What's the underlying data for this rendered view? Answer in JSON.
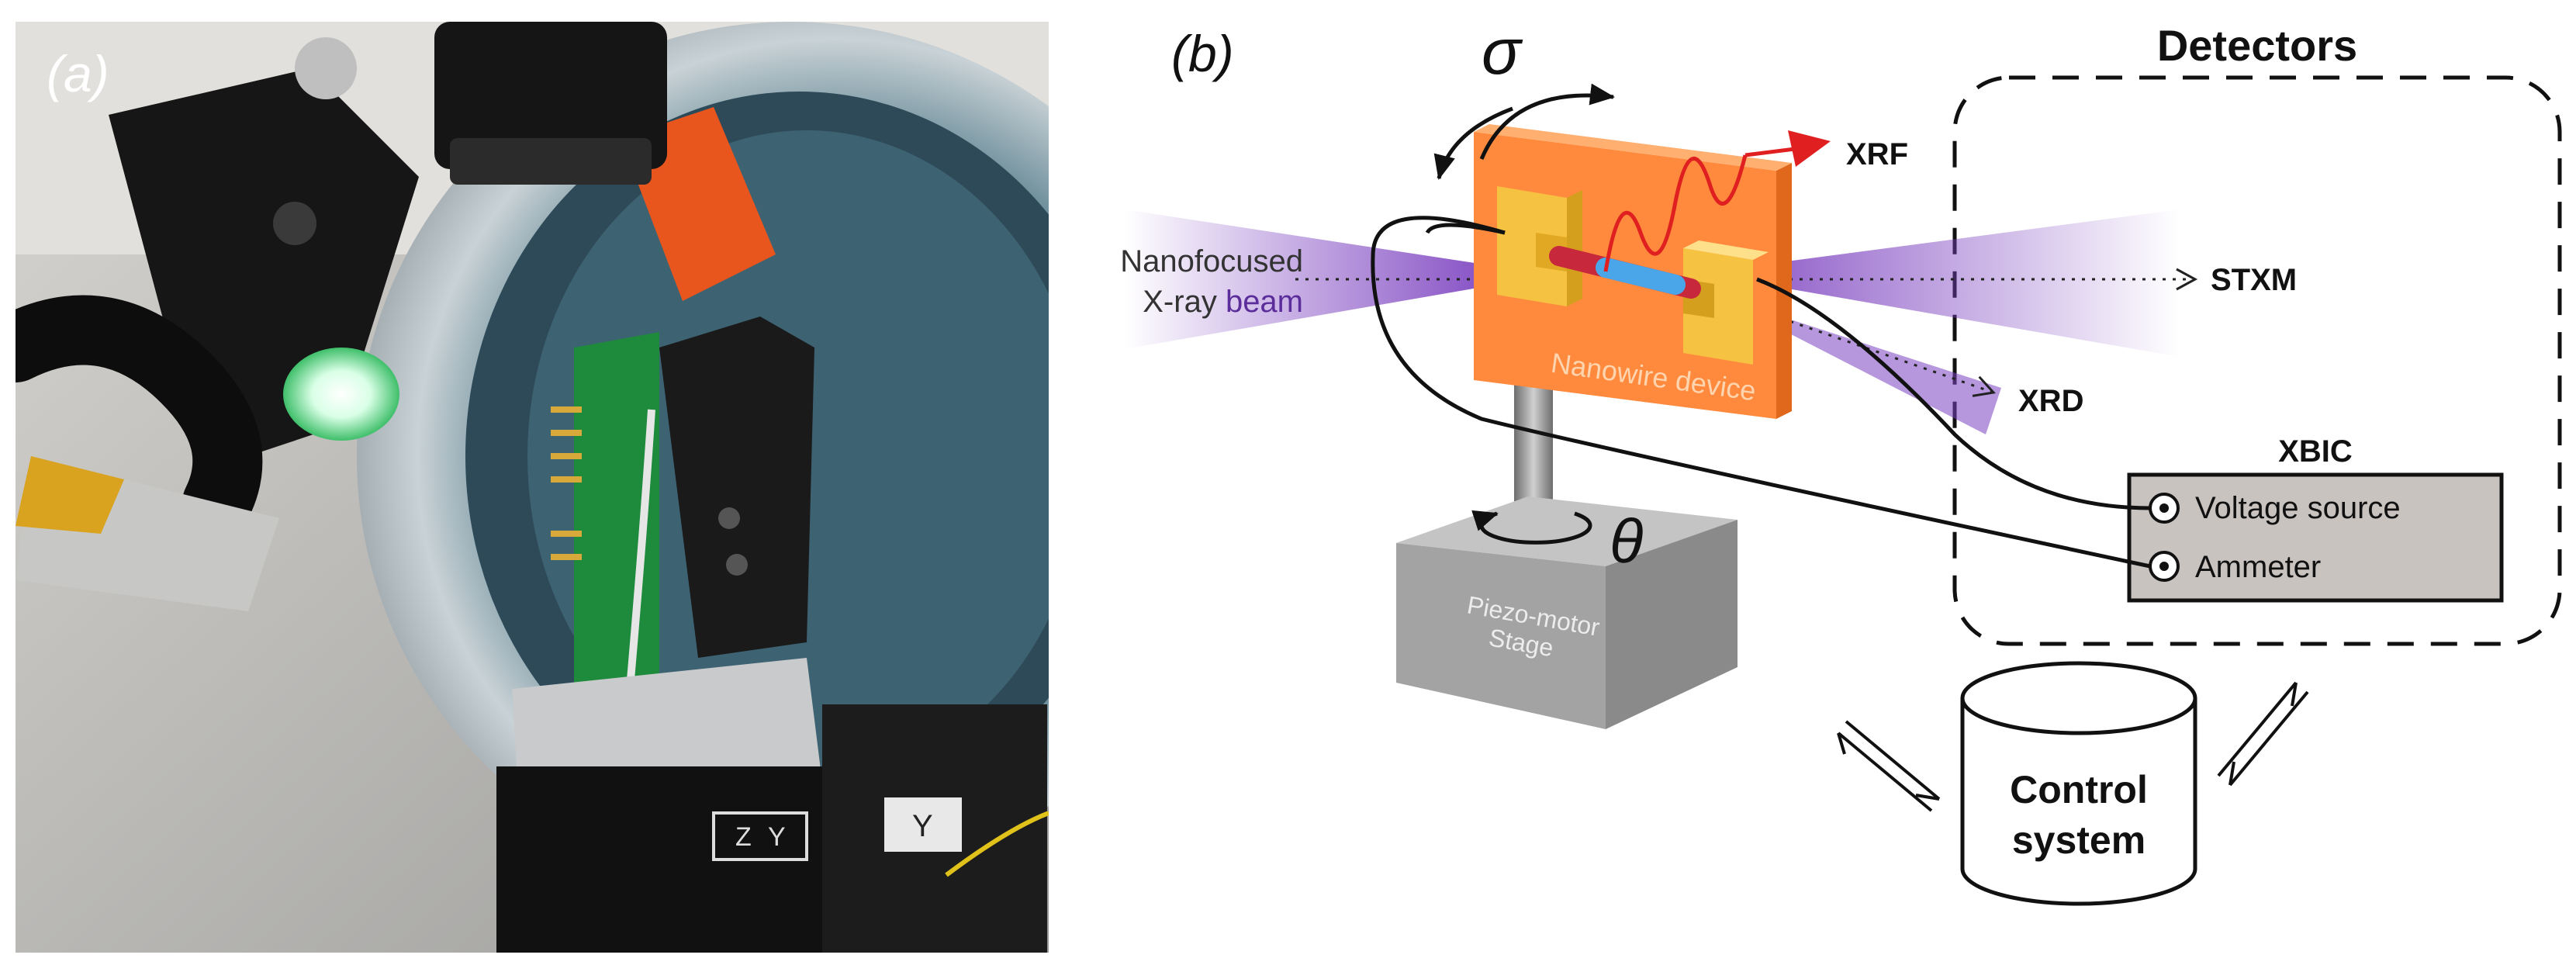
{
  "panel_a": {
    "label": "(a)",
    "stage_axis_labels": [
      "Z",
      "Y"
    ],
    "side_stage_label": "Y"
  },
  "panel_b": {
    "label": "(b)",
    "rotation_sigma": "σ",
    "rotation_theta": "θ",
    "beam_label_line1": "Nanofocused",
    "beam_label_line2_x": "X-ray",
    "beam_label_line2_beam": " beam",
    "device_label": "Nanowire device",
    "stage_label_line1": "Piezo-motor",
    "stage_label_line2": "Stage",
    "detectors_title": "Detectors",
    "xrf_label": "XRF",
    "stxm_label": "STXM",
    "xrd_label": "XRD",
    "xbic_title": "XBIC",
    "voltage_source_label": "Voltage source",
    "ammeter_label": "Ammeter",
    "control_line1": "Control",
    "control_line2": "system",
    "colors": {
      "beam_purple": "#7a3fbf",
      "device_orange": "#ff8a3d",
      "contact_yellow": "#f5c242",
      "xrf_red": "#e02020",
      "stage_gray": "#a9a9a9",
      "xbic_box_fill": "#c9c3c0"
    }
  }
}
